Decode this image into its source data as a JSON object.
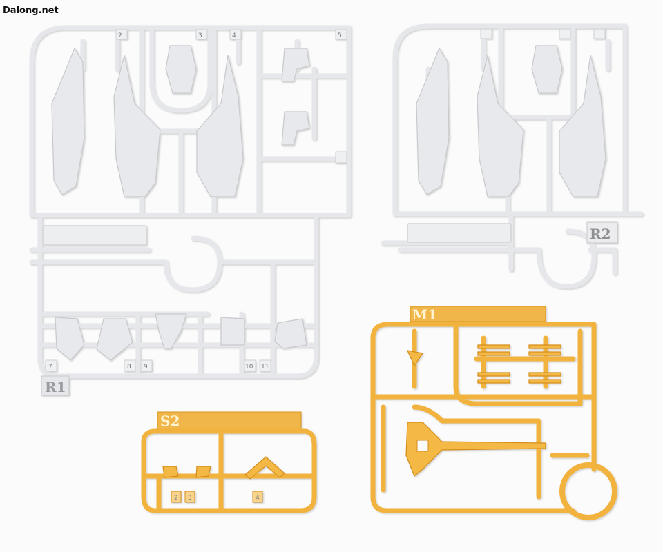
{
  "watermark": "Dalong.net",
  "sprues": {
    "r1": {
      "label": "R1",
      "gates": [
        "2",
        "3",
        "4",
        "5",
        "7",
        "8",
        "9",
        "10",
        "11"
      ]
    },
    "r2": {
      "label": "R2"
    },
    "m1": {
      "label": "M1"
    },
    "s2": {
      "label": "S2",
      "gates": [
        "2",
        "3",
        "4"
      ]
    }
  },
  "colors": {
    "white_plastic": "#e9eaec",
    "white_shadow": "#c9cacd",
    "yellow_plastic": "#f3b53e",
    "yellow_shadow": "#d58f1c",
    "background": "#fbfbfb"
  }
}
